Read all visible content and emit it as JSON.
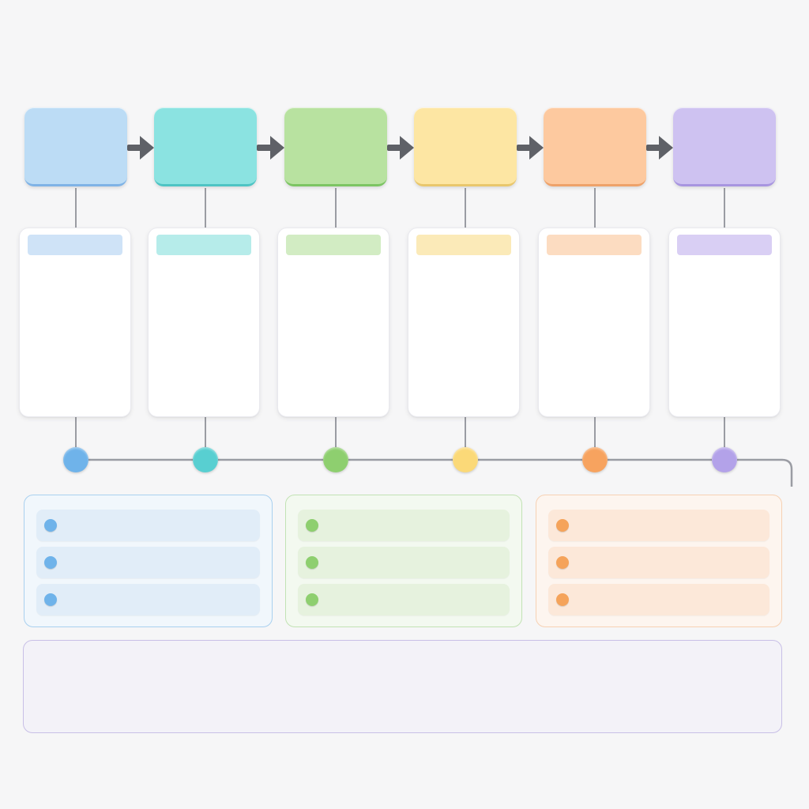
{
  "stages": [
    {
      "color": "#bcdcf5",
      "edge": "#7fb3e6",
      "header": "#cfe3f7",
      "dot": "#6fb3ea"
    },
    {
      "color": "#8be3e1",
      "edge": "#4ec4c4",
      "header": "#b6ecea",
      "dot": "#58cfd1"
    },
    {
      "color": "#b8e2a0",
      "edge": "#7cc563",
      "header": "#d2ecc3",
      "dot": "#8ecf6f"
    },
    {
      "color": "#fde6a3",
      "edge": "#e9c76c",
      "header": "#fbeab8",
      "dot": "#fbd978"
    },
    {
      "color": "#fdc99f",
      "edge": "#eea26a",
      "header": "#fcdcc1",
      "dot": "#f7a35f"
    },
    {
      "color": "#cec2f1",
      "edge": "#a895e0",
      "header": "#d9cff4",
      "dot": "#b3a2e9"
    }
  ],
  "panels": [
    {
      "border": "#a9d0ef",
      "bg": "#f1f7fc",
      "row": "#e1edf8",
      "bullet": "#6fb3ea",
      "rows": 3
    },
    {
      "border": "#c2e2b4",
      "bg": "#f3f9f0",
      "row": "#e6f2de",
      "bullet": "#8ecf6f",
      "rows": 3
    },
    {
      "border": "#f6d1b3",
      "bg": "#fdf5ef",
      "row": "#fce8d9",
      "bullet": "#f5a35a",
      "rows": 3
    }
  ],
  "arrow_color": "#5f6167",
  "connector_color": "#9a9ca3"
}
